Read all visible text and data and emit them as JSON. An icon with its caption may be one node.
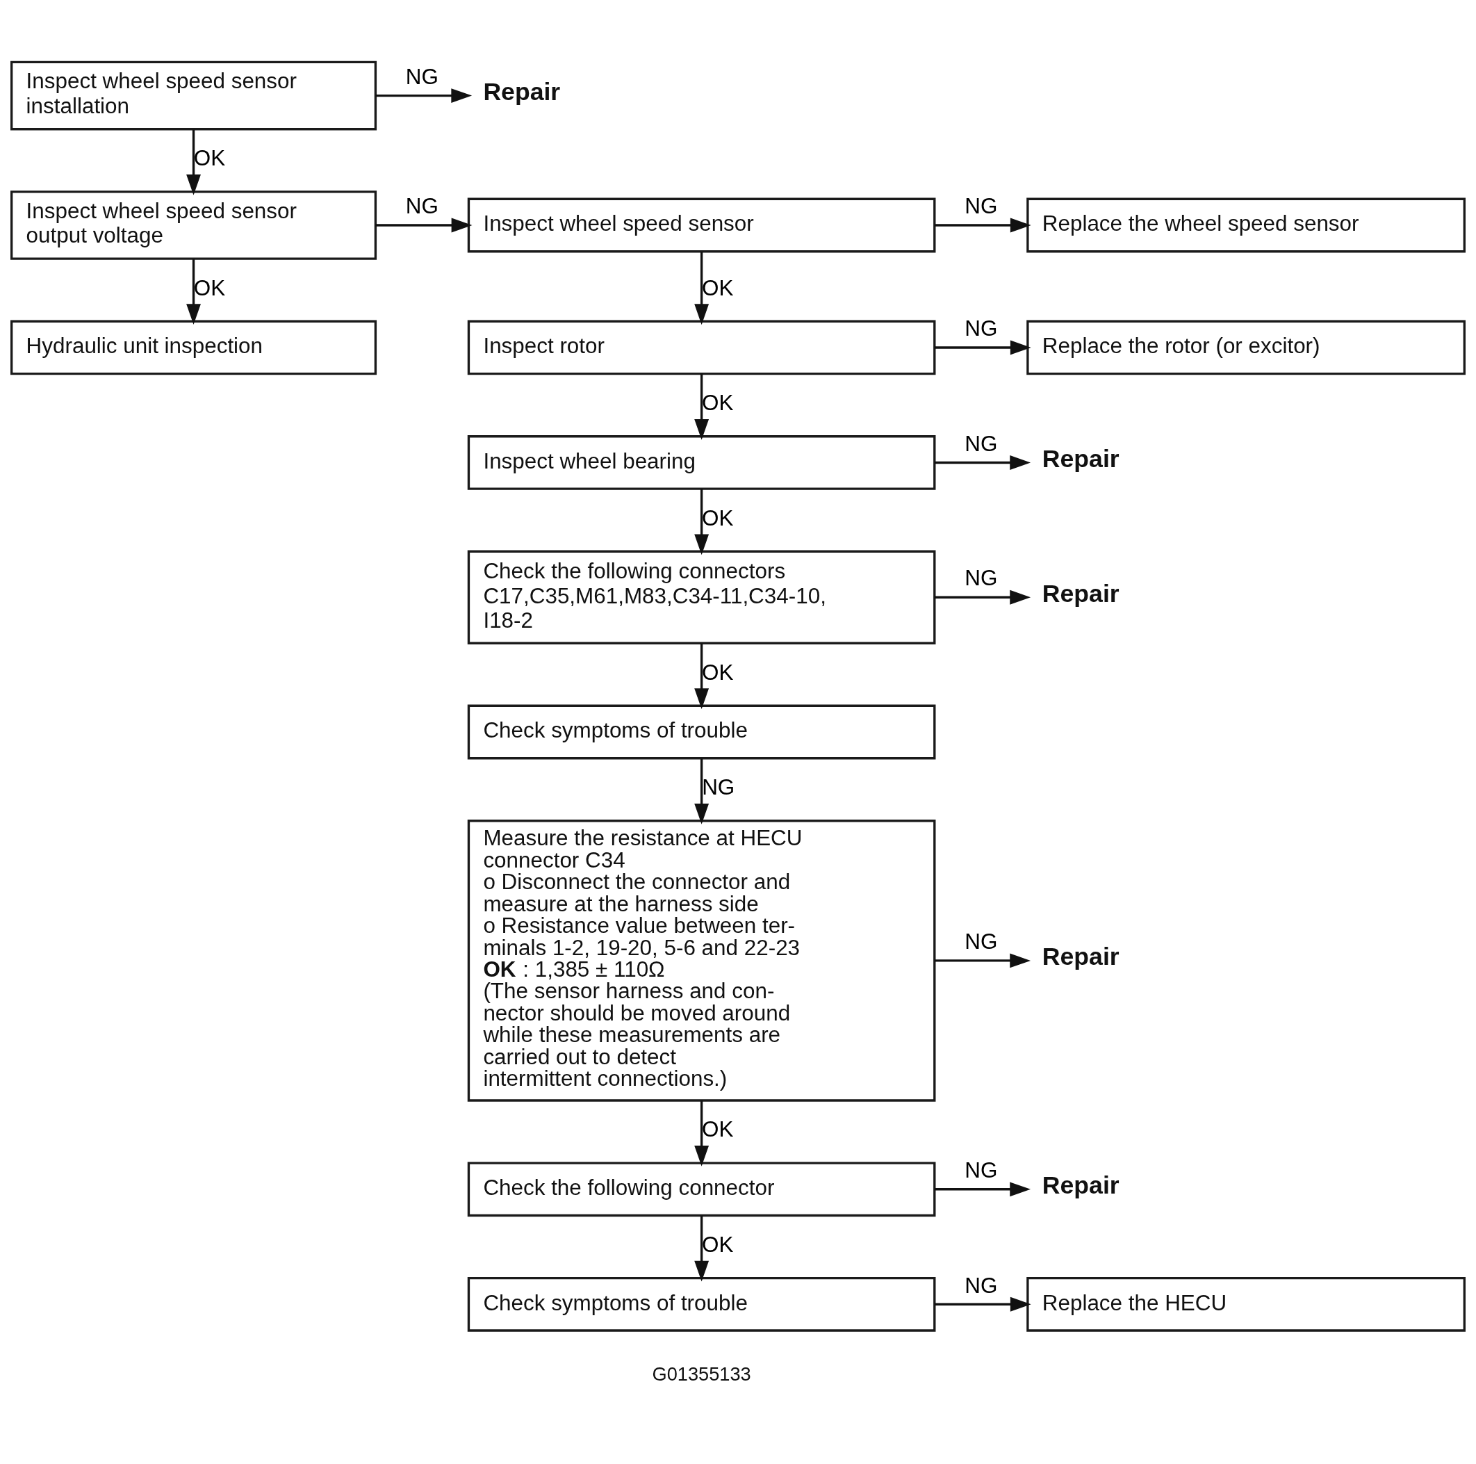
{
  "diagram": {
    "nodes": [
      {
        "text": [
          "Inspect wheel speed sensor installation"
        ]
      },
      {
        "text": [
          "Repair"
        ]
      },
      {
        "text": [
          "Inspect wheel speed sensor output voltage"
        ]
      },
      {
        "text": [
          "Inspect wheel speed sensor"
        ]
      },
      {
        "text": [
          "Replace the wheel speed sensor"
        ]
      },
      {
        "text": [
          "Hydraulic unit inspection"
        ]
      },
      {
        "text": [
          "Inspect rotor"
        ]
      },
      {
        "text": [
          "Replace the rotor (or excitor)"
        ]
      },
      {
        "text": [
          "Inspect wheel bearing"
        ]
      },
      {
        "text": [
          "Repair"
        ]
      },
      {
        "text": [
          "Check the following connectors C17,C35,M61,M83,C34-11,C34-10, I18-2"
        ]
      },
      {
        "text": [
          "Repair"
        ]
      },
      {
        "text": [
          "Check symptoms of trouble"
        ]
      },
      {
        "text": [
          "Measure the resistance at HECU connector C34",
          "o Disconnect the connector and measure at the harness side",
          "o Resistance value between ter- minals 1-2, 19-20, 5-6 and 22-23",
          "**OK** : 1,385 ± 110Ω",
          "(The sensor harness and con- nector should be moved around while these measurements are carried out to detect intermittent connections.)"
        ]
      },
      {
        "text": [
          "Repair"
        ]
      },
      {
        "text": [
          "Check the following connector"
        ]
      },
      {
        "text": [
          "Repair"
        ]
      },
      {
        "text": [
          "Check symptoms of trouble"
        ]
      },
      {
        "text": [
          "Replace the HECU"
        ]
      }
    ],
    "edges": [
      {
        "from": 0,
        "to": 1,
        "arrow": "to",
        "label": "NG"
      },
      {
        "from": 0,
        "to": 2,
        "arrow": "to",
        "label": "OK"
      },
      {
        "from": 2,
        "to": 3,
        "arrow": "to",
        "label": "NG"
      },
      {
        "from": 2,
        "to": 5,
        "arrow": "to",
        "label": "OK"
      },
      {
        "from": 3,
        "to": 4,
        "arrow": "to",
        "label": "NG"
      },
      {
        "from": 3,
        "to": 6,
        "arrow": "to",
        "label": "OK"
      },
      {
        "from": 6,
        "to": 7,
        "arrow": "to",
        "label": "NG"
      },
      {
        "from": 6,
        "to": 8,
        "arrow": "to",
        "label": "OK"
      },
      {
        "from": 8,
        "to": 9,
        "arrow": "to",
        "label": "NG"
      },
      {
        "from": 8,
        "to": 10,
        "arrow": "to",
        "label": "OK"
      },
      {
        "from": 10,
        "to": 11,
        "arrow": "to",
        "label": "NG"
      },
      {
        "from": 10,
        "to": 12,
        "arrow": "to",
        "label": "OK"
      },
      {
        "from": 12,
        "to": 13,
        "arrow": "to",
        "label": "NG"
      },
      {
        "from": 13,
        "to": 14,
        "arrow": "to",
        "label": "NG"
      },
      {
        "from": 13,
        "to": 15,
        "arrow": "to",
        "label": "OK"
      },
      {
        "from": 15,
        "to": 16,
        "arrow": "to",
        "label": "NG"
      },
      {
        "from": 15,
        "to": 17,
        "arrow": "to",
        "label": "OK"
      },
      {
        "from": 17,
        "to": 18,
        "arrow": "to",
        "label": "NG"
      }
    ],
    "labels": [
      "G01355133"
    ]
  }
}
